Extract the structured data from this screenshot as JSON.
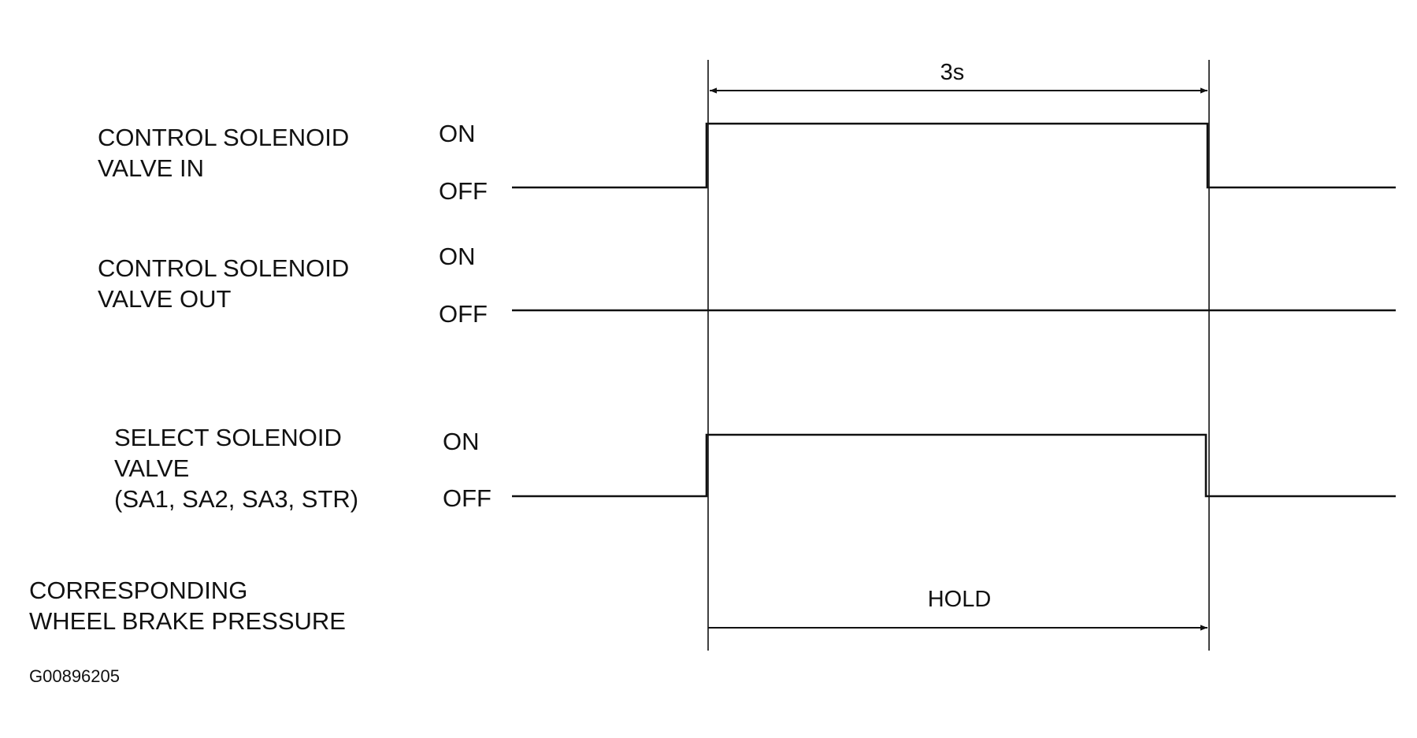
{
  "signals": [
    {
      "id": "ctrl-in",
      "label_lines": [
        "CONTROL SOLENOID",
        "VALVE IN"
      ],
      "on_label": "ON",
      "off_label": "OFF",
      "pulse": true
    },
    {
      "id": "ctrl-out",
      "label_lines": [
        "CONTROL SOLENOID",
        "VALVE OUT"
      ],
      "on_label": "ON",
      "off_label": "OFF",
      "pulse": false
    },
    {
      "id": "select",
      "label_lines": [
        "SELECT SOLENOID",
        "VALVE",
        "(SA1, SA2, SA3, STR)"
      ],
      "on_label": "ON",
      "off_label": "OFF",
      "pulse": true
    }
  ],
  "pressure": {
    "label_lines": [
      "CORRESPONDING",
      "WHEEL BRAKE PRESSURE"
    ],
    "state": "HOLD"
  },
  "duration_label": "3s",
  "figure_id": "G00896205"
}
